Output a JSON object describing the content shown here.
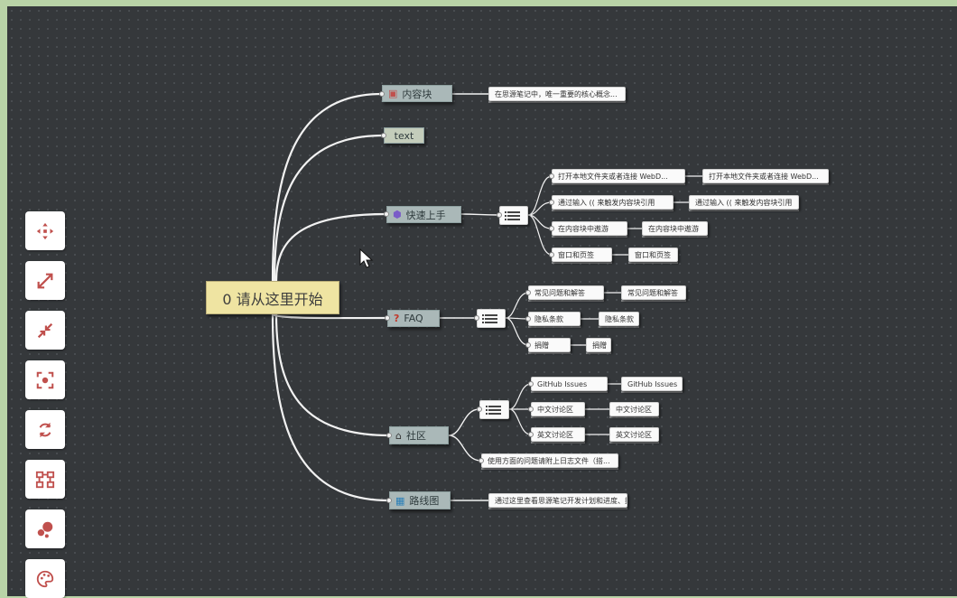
{
  "mindmap": {
    "root": {
      "label": "0 请从这里开始"
    },
    "branches": [
      {
        "id": "b1",
        "label": "内容块",
        "icon": "cube-icon",
        "notes": [
          "在思源笔记中，唯一重要的核心概念..."
        ]
      },
      {
        "id": "b2",
        "label": "text",
        "icon": "",
        "notes": []
      },
      {
        "id": "b3",
        "label": "快速上手",
        "icon": "badge-icon",
        "list_items": [
          {
            "label": "打开本地文件夹或者连接 WebD...",
            "child": "打开本地文件夹或者连接 WebD..."
          },
          {
            "label": "通过输入 (( 来触发内容块引用",
            "child": "通过输入 (( 来触发内容块引用"
          },
          {
            "label": "在内容块中遨游",
            "child": "在内容块中遨游"
          },
          {
            "label": "窗口和页签",
            "child": "窗口和页签"
          }
        ]
      },
      {
        "id": "b4",
        "label": "FAQ",
        "icon": "question-icon",
        "list_items": [
          {
            "label": "常见问题和解答",
            "child": "常见问题和解答"
          },
          {
            "label": "隐私条款",
            "child": "隐私条款"
          },
          {
            "label": "捐赠",
            "child": "捐赠"
          }
        ]
      },
      {
        "id": "b5",
        "label": "社区",
        "icon": "community-icon",
        "list_items": [
          {
            "label": "GitHub Issues",
            "child": "GitHub Issues"
          },
          {
            "label": "中文讨论区",
            "child": "中文讨论区"
          },
          {
            "label": "英文讨论区",
            "child": "英文讨论区"
          }
        ],
        "notes": [
          "使用方面的问题请附上日志文件（搭..."
        ]
      },
      {
        "id": "b6",
        "label": "路线图",
        "icon": "roadmap-icon",
        "notes": [
          "通过这里查看思源笔记开发计划和进度、报..."
        ]
      }
    ]
  },
  "toolbar": [
    {
      "name": "move-icon"
    },
    {
      "name": "expand-icon"
    },
    {
      "name": "collapse-icon"
    },
    {
      "name": "focus-icon"
    },
    {
      "name": "refresh-icon"
    },
    {
      "name": "structure-icon"
    },
    {
      "name": "bubble-icon"
    },
    {
      "name": "palette-icon"
    }
  ],
  "colors": {
    "canvas": "#35383b",
    "frame": "#b9d3a7",
    "root": "#efe4a2",
    "topic": "#aab8b8",
    "toolbar_icon": "#c0504d"
  }
}
